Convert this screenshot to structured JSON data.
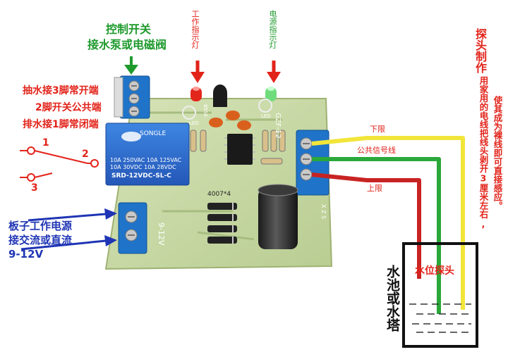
{
  "labels": {
    "control_switch_1": "控制开关",
    "control_switch_2": "接水泵或电磁阀",
    "pump_nc_label": "抽水接3脚常开端",
    "common_label": "2脚开关公共端",
    "drain_no_label": "排水接1脚常闭端",
    "pin1": "1",
    "pin2": "2",
    "pin3": "3",
    "work_led_label": "工作指示灯",
    "power_led_label": "电源指示灯",
    "probe_make_title": "探头制作",
    "probe_instruction_1": "使其成为裸线即可直接感应。",
    "probe_instruction_2": "用家用的电线把线头剥开3厘米左右,",
    "lower_limit": "下限",
    "common_signal": "公共信号线",
    "upper_limit": "上限",
    "power_label_1": "板子工作电源",
    "power_label_2": "接交流或直流",
    "power_label_3": "9-12V",
    "tank_label": "水池或水塔",
    "probe_label": "水位探头"
  },
  "board_silkscreen": {
    "model": "GZF-12",
    "diode_label": "4007*4",
    "voltage": "9-12V",
    "transistor": "8550",
    "led_label": "LED",
    "zxs": "X Z S"
  },
  "relay": {
    "brand": "SONGLE",
    "rating_1": "10A 250VAC  10A 125VAC",
    "rating_2": "10A  30VDC  10A  28VDC",
    "model": "SRD-12VDC-SL-C"
  },
  "colors": {
    "accent_red": "#e2231a",
    "accent_green": "#1e9a2c",
    "accent_blue": "#1f35b5",
    "board": "#c8d9a4",
    "relay": "#2f6fd0",
    "terminal": "#1f74c9"
  }
}
